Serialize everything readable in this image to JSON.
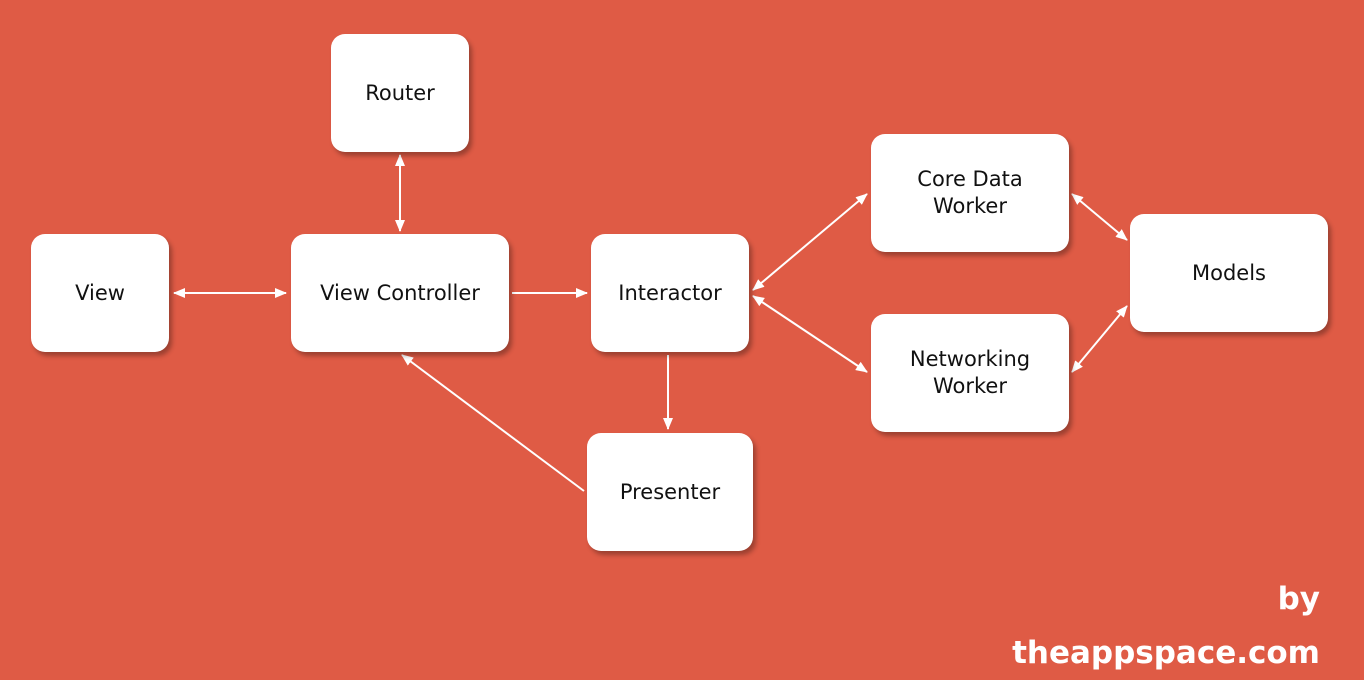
{
  "colors": {
    "background": "#df5b45",
    "box": "#ffffff",
    "arrow": "#ffffff",
    "text": "#111111"
  },
  "nodes": {
    "router": {
      "label": "Router"
    },
    "view": {
      "label": "View"
    },
    "view_controller": {
      "label": "View Controller"
    },
    "interactor": {
      "label": "Interactor"
    },
    "presenter": {
      "label": "Presenter"
    },
    "core_data_worker": {
      "label": "Core Data\nWorker"
    },
    "networking_worker": {
      "label": "Networking\nWorker"
    },
    "models": {
      "label": "Models"
    }
  },
  "edges": [
    {
      "from": "router",
      "to": "view_controller",
      "direction": "both"
    },
    {
      "from": "view",
      "to": "view_controller",
      "direction": "both"
    },
    {
      "from": "view_controller",
      "to": "interactor",
      "direction": "forward"
    },
    {
      "from": "interactor",
      "to": "presenter",
      "direction": "forward"
    },
    {
      "from": "presenter",
      "to": "view_controller",
      "direction": "forward"
    },
    {
      "from": "interactor",
      "to": "core_data_worker",
      "direction": "both"
    },
    {
      "from": "interactor",
      "to": "networking_worker",
      "direction": "both"
    },
    {
      "from": "core_data_worker",
      "to": "models",
      "direction": "both"
    },
    {
      "from": "networking_worker",
      "to": "models",
      "direction": "both"
    }
  ],
  "watermark": "by theappspace.com"
}
